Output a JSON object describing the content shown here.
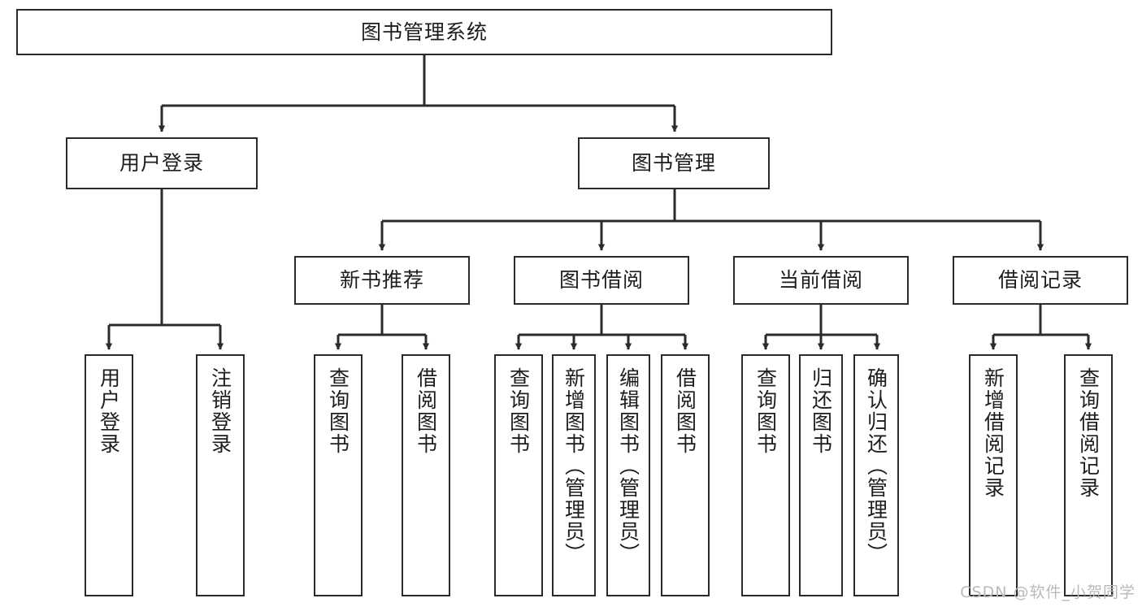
{
  "diagram": {
    "title": "图书管理系统",
    "watermark": "CSDN @软件_小贺同学",
    "line_color": "#2b2b2b",
    "box_fill": "#ffffff",
    "text_color": "#1d1d1d",
    "watermark_color": "#b9b9b9",
    "root": {
      "label": "图书管理系统"
    },
    "level2": [
      {
        "label": "用户登录"
      },
      {
        "label": "图书管理"
      }
    ],
    "level3": [
      {
        "label": "新书推荐"
      },
      {
        "label": "图书借阅"
      },
      {
        "label": "当前借阅"
      },
      {
        "label": "借阅记录"
      }
    ],
    "leaves": {
      "user_login": [
        {
          "label": "用户登录"
        },
        {
          "label": "注销登录"
        }
      ],
      "new_book": [
        {
          "label": "查询图书"
        },
        {
          "label": "借阅图书"
        }
      ],
      "book_borrow": [
        {
          "label": "查询图书"
        },
        {
          "label": "新增图书（管理员）"
        },
        {
          "label": "编辑图书（管理员）"
        },
        {
          "label": "借阅图书"
        }
      ],
      "current_borrow": [
        {
          "label": "查询图书"
        },
        {
          "label": "归还图书"
        },
        {
          "label": "确认归还（管理员）"
        }
      ],
      "borrow_record": [
        {
          "label": "新增借阅记录"
        },
        {
          "label": "查询借阅记录"
        }
      ]
    }
  }
}
